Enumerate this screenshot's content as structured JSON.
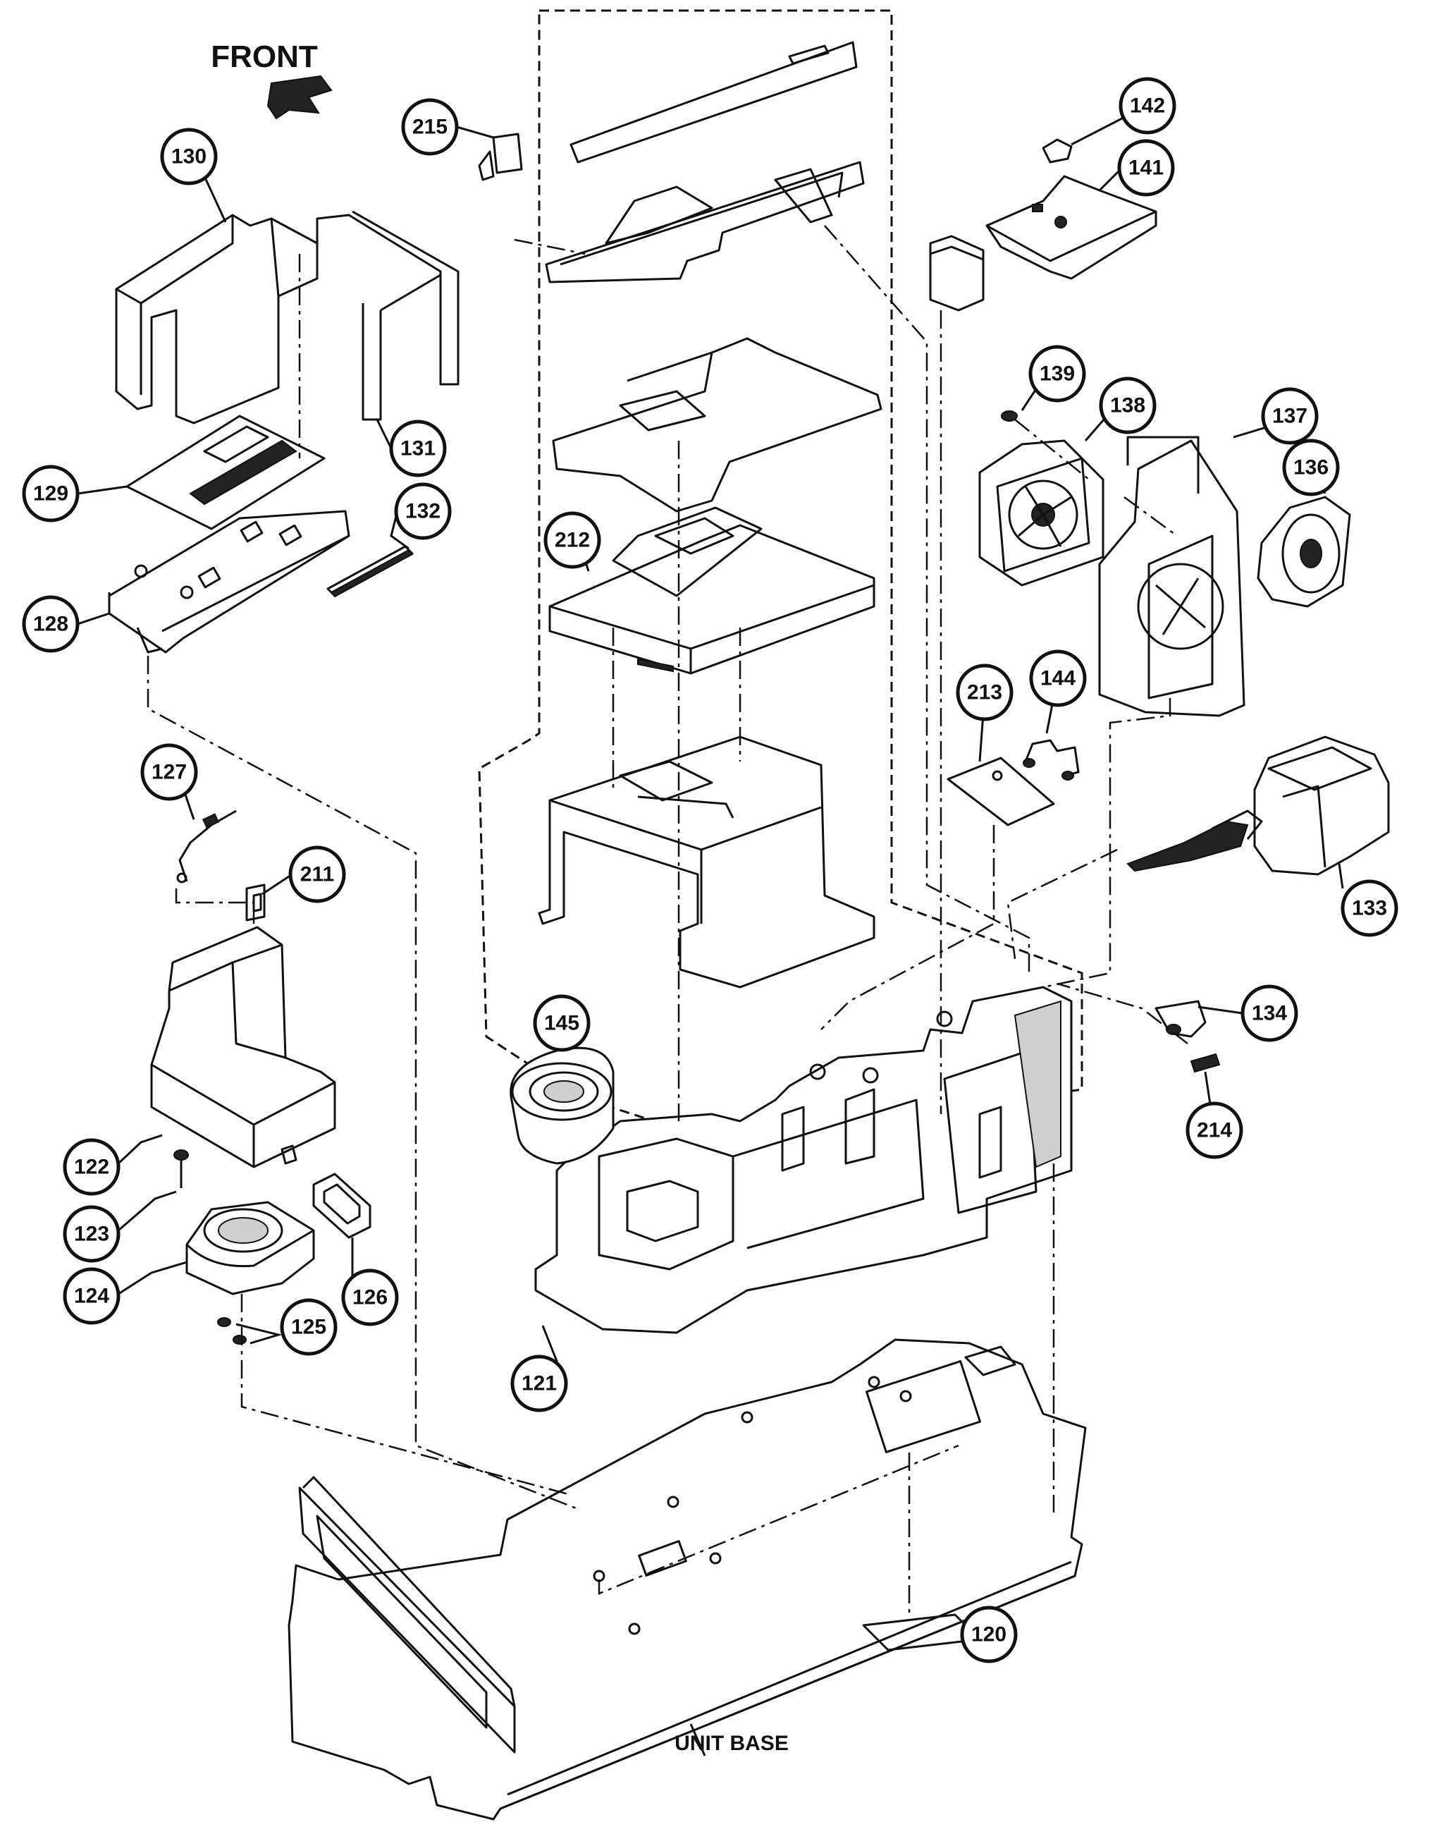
{
  "front_label": "FRONT",
  "unit_base_label": "UNIT BASE",
  "callouts": [
    {
      "id": "c120",
      "label": "120"
    },
    {
      "id": "c121",
      "label": "121"
    },
    {
      "id": "c122",
      "label": "122"
    },
    {
      "id": "c123",
      "label": "123"
    },
    {
      "id": "c124",
      "label": "124"
    },
    {
      "id": "c125",
      "label": "125"
    },
    {
      "id": "c126",
      "label": "126"
    },
    {
      "id": "c127",
      "label": "127"
    },
    {
      "id": "c128",
      "label": "128"
    },
    {
      "id": "c129",
      "label": "129"
    },
    {
      "id": "c130",
      "label": "130"
    },
    {
      "id": "c131",
      "label": "131"
    },
    {
      "id": "c132",
      "label": "132"
    },
    {
      "id": "c133",
      "label": "133"
    },
    {
      "id": "c134",
      "label": "134"
    },
    {
      "id": "c136",
      "label": "136"
    },
    {
      "id": "c137",
      "label": "137"
    },
    {
      "id": "c138",
      "label": "138"
    },
    {
      "id": "c139",
      "label": "139"
    },
    {
      "id": "c141",
      "label": "141"
    },
    {
      "id": "c142",
      "label": "142"
    },
    {
      "id": "c144",
      "label": "144"
    },
    {
      "id": "c145",
      "label": "145"
    },
    {
      "id": "c211",
      "label": "211"
    },
    {
      "id": "c212",
      "label": "212"
    },
    {
      "id": "c213",
      "label": "213"
    },
    {
      "id": "c214",
      "label": "214"
    },
    {
      "id": "c215",
      "label": "215"
    }
  ]
}
